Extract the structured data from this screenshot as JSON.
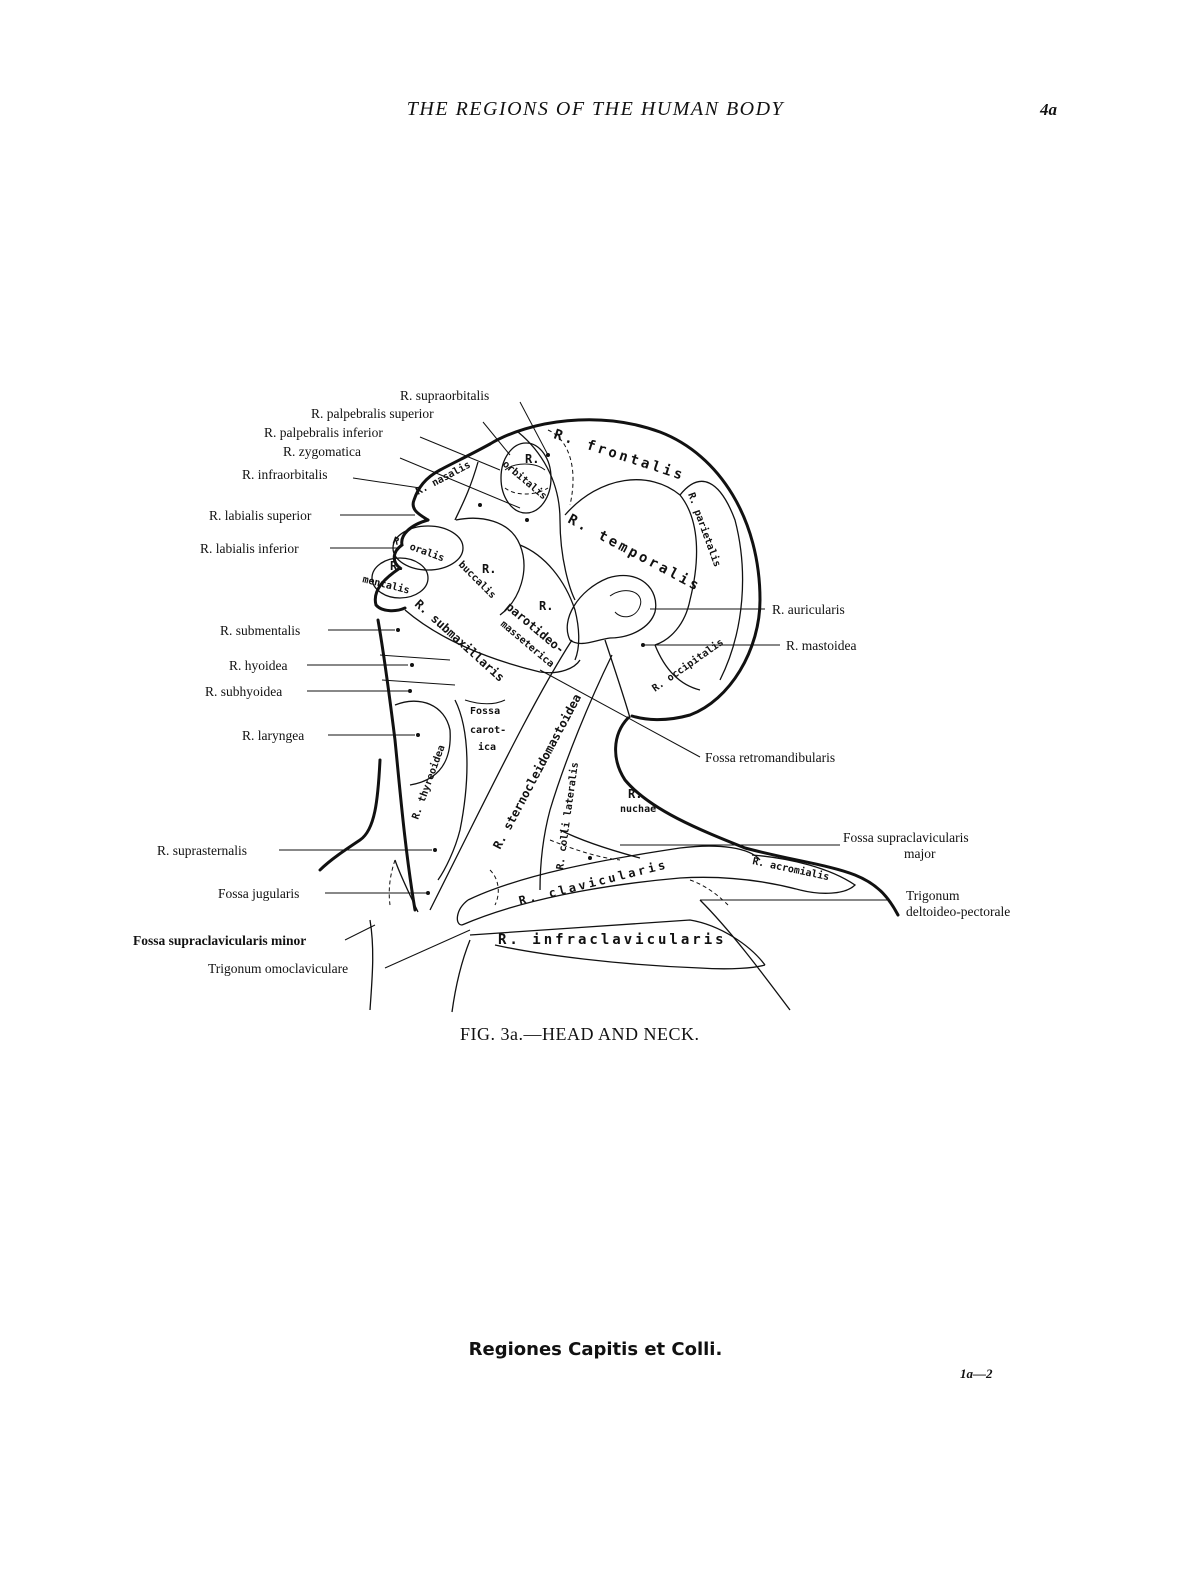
{
  "header": {
    "running_title": "THE REGIONS OF THE HUMAN BODY",
    "page_number": "4a"
  },
  "figure": {
    "caption": "FIG. 3a.—HEAD AND NECK.",
    "left_labels": {
      "supraorbitalis": "R. supraorbitalis",
      "palpebralis_superior": "R. palpebralis superior",
      "palpebralis_inferior": "R. palpebralis inferior",
      "zygomatica": "R. zygomatica",
      "infraorbitalis": "R. infraorbitalis",
      "labialis_superior": "R. labialis superior",
      "labialis_inferior": "R. labialis inferior",
      "submentalis": "R. submentalis",
      "hyoidea": "R. hyoidea",
      "subhyoidea": "R. subhyoidea",
      "laryngea": "R. laryngea",
      "suprasternalis": "R. suprasternalis",
      "fossa_jugularis": "Fossa jugularis",
      "fossa_supraclavicularis_minor": "Fossa supraclavicularis minor",
      "trigonum_omoclaviculare": "Trigonum omoclaviculare"
    },
    "right_labels": {
      "auricularis": "R. auricularis",
      "mastoidea": "R. mastoidea",
      "fossa_retromandibularis": "Fossa retromandibularis",
      "fossa_supraclavicularis_major_line1": "Fossa supraclavicularis",
      "fossa_supraclavicularis_major_line2": "major",
      "trigonum_deltoideo_line1": "Trigonum",
      "trigonum_deltoideo_line2": "deltoideo-pectorale"
    },
    "region_labels": {
      "frontalis": "R. frontalis",
      "parietalis": "R. parietalis",
      "temporalis": "R. temporalis",
      "orbitalis_r": "R.",
      "orbitalis": "orbitalis",
      "nasalis": "R. nasalis",
      "oralis": "R. oralis",
      "mentalis_r": "R.",
      "mentalis": "mentalis",
      "buccalis_r": "R.",
      "buccalis": "buccalis",
      "parotideo_r": "R.",
      "parotideo": "parotideo-",
      "masseterica": "masseterica",
      "submaxillaris": "R. submaxillaris",
      "occipitalis": "R. occipitalis",
      "sternocleidomastoidea": "R. sternocleidomastoidea",
      "fossa_carotica_1": "Fossa",
      "fossa_carotica_2": "carot-",
      "fossa_carotica_3": "ica",
      "thyreoidea": "R. thyreoidea",
      "colli_lateralis": "R. colli lateralis",
      "nuchae_r": "R.",
      "nuchae": "nuchae",
      "acromialis": "R. acromialis",
      "clavicularis": "R. clavicularis",
      "infraclavicularis": "R. infraclavicularis"
    }
  },
  "footer": {
    "plate_title": "Regiones Capitis et Colli.",
    "plate_code": "1a—2"
  }
}
